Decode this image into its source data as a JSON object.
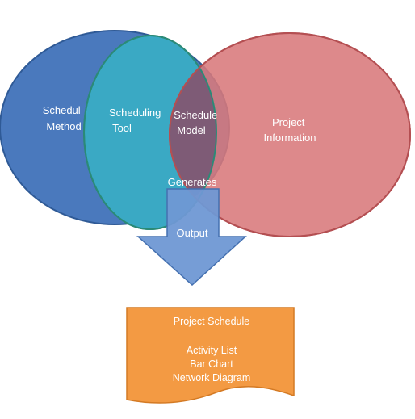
{
  "diagram": {
    "circles": {
      "schedule_method": {
        "label_lines": [
          "Schedul",
          "Method"
        ],
        "fill": "#4a79bd",
        "stroke": "#2f5a96"
      },
      "scheduling_tool": {
        "label_lines": [
          "Scheduling",
          "Tool"
        ],
        "fill": "#3aa9c4",
        "stroke": "#2b8a77"
      },
      "project_information": {
        "label_lines": [
          "Project",
          "Information"
        ],
        "fill": "#d8797b",
        "stroke": "#b44f52"
      }
    },
    "overlap": {
      "label_lines": [
        "Schedule",
        "Model"
      ],
      "fill": "#7a5a75"
    },
    "arrow": {
      "top_label": "Generates",
      "body_label": "Output",
      "fill": "#6f98d4",
      "stroke": "#4470b0"
    },
    "document": {
      "title": "Project  Schedule",
      "items": [
        "Activity List",
        "Bar Chart",
        "Network Diagram"
      ],
      "fill": "#f39a43",
      "stroke": "#d47a24"
    }
  }
}
